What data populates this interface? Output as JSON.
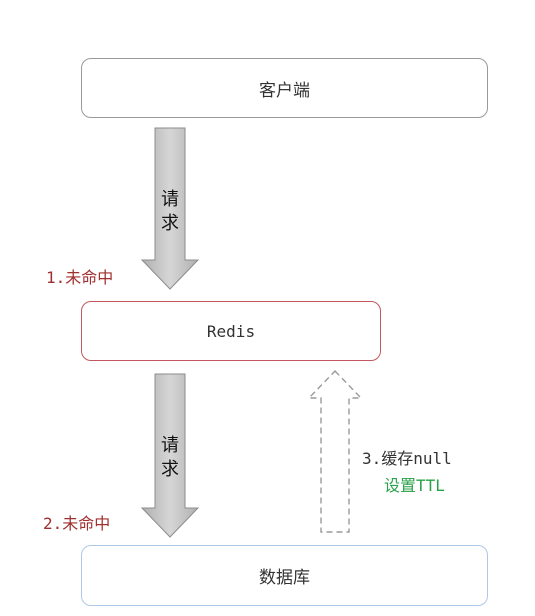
{
  "nodes": {
    "client": "客户端",
    "redis": "Redis",
    "database": "数据库"
  },
  "arrows": {
    "request_top": [
      "请",
      "求"
    ],
    "request_bottom": [
      "请",
      "求"
    ]
  },
  "steps": {
    "miss_1": "1.未命中",
    "miss_2": "2.未命中"
  },
  "cache_note": {
    "line1": "3.缓存null",
    "line2": "设置TTL"
  },
  "colors": {
    "arrow_fill": "#c4c4c4",
    "step_label": "#a0302e",
    "ttl_text": "#2aa24a",
    "note_text": "#333333",
    "redis_border": "#c0585d",
    "db_border": "#aec8e8",
    "client_border": "#9a9a9a",
    "dashed_arrow": "#9a9a9a"
  }
}
